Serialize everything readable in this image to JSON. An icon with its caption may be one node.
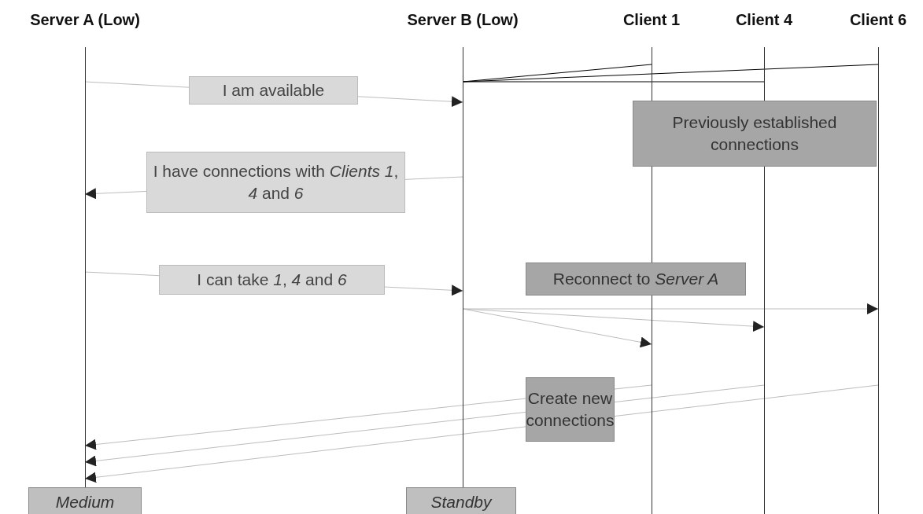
{
  "diagram": {
    "nodes": [
      {
        "text": [
          "Server A (Low)"
        ]
      },
      {
        "text": [
          "Server B (Low)"
        ]
      },
      {
        "text": [
          "Client 1"
        ]
      },
      {
        "text": [
          "Client 4"
        ]
      },
      {
        "text": [
          "Client 6"
        ]
      }
    ],
    "edges": [
      {
        "from": 0,
        "to": 1,
        "arrow": "to",
        "label": "I am available"
      },
      {
        "from": 1,
        "to": 0,
        "arrow": "to",
        "label": "I have connections with *Clients 1*, *4* and *6*"
      },
      {
        "from": 0,
        "to": 1,
        "arrow": "to",
        "label": "I can take *1*, *4* and *6*"
      },
      {
        "from": 1,
        "to": 2,
        "arrow": "none",
        "color": "#000000"
      },
      {
        "from": 1,
        "to": 4,
        "arrow": "none",
        "color": "#000000"
      },
      {
        "from": 1,
        "to": 3,
        "arrow": "none",
        "color": "#000000"
      },
      {
        "from": 1,
        "to": 4,
        "arrow": "to"
      },
      {
        "from": 1,
        "to": 3,
        "arrow": "to"
      },
      {
        "from": 1,
        "to": 2,
        "arrow": "to"
      },
      {
        "from": 2,
        "to": 0,
        "arrow": "to"
      },
      {
        "from": 3,
        "to": 0,
        "arrow": "to"
      },
      {
        "from": 4,
        "to": 0,
        "arrow": "to"
      }
    ],
    "labels": [
      "Previously established connections",
      "Reconnect to *Server A*",
      "Create new connections",
      "Medium",
      "Standby"
    ]
  }
}
